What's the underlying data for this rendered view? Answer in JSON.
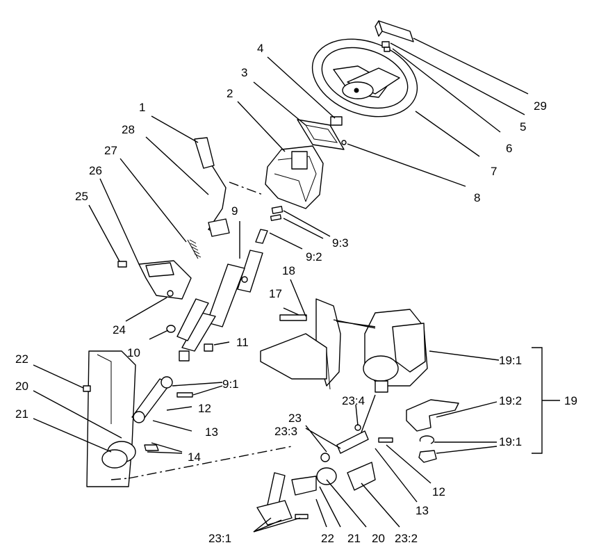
{
  "callouts": {
    "c1": "1",
    "c2": "2",
    "c3": "3",
    "c4": "4",
    "c5": "5",
    "c6": "6",
    "c7": "7",
    "c8": "8",
    "c9": "9",
    "c9_2": "9:2",
    "c9_3": "9:3",
    "c9_1": "9:1",
    "c10": "10",
    "c11": "11",
    "c12a": "12",
    "c12b": "12",
    "c13a": "13",
    "c13b": "13",
    "c14": "14",
    "c17": "17",
    "c18": "18",
    "c19": "19",
    "c19_1a": "19:1",
    "c19_1b": "19:1",
    "c19_2": "19:2",
    "c20a": "20",
    "c20b": "20",
    "c21a": "21",
    "c21b": "21",
    "c22a": "22",
    "c22b": "22",
    "c23": "23",
    "c23_1": "23:1",
    "c23_2": "23:2",
    "c23_3": "23:3",
    "c23_4": "23:4",
    "c24": "24",
    "c25": "25",
    "c26": "26",
    "c27": "27",
    "c28": "28",
    "c29": "29"
  }
}
